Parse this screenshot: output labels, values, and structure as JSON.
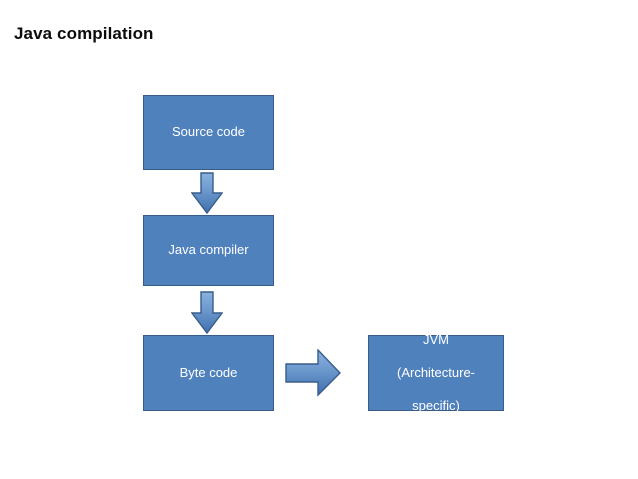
{
  "slide": {
    "title": "Java compilation",
    "background_color": "#ffffff",
    "title_color": "#0d0d0d"
  },
  "theme": {
    "shape_fill": "#4f81bd",
    "shape_border": "#385d8a",
    "shape_text_color": "#ffffff",
    "arrow_fill_light": "#7ba7d7",
    "arrow_fill_dark": "#3f6fab",
    "arrow_border": "#385d8a"
  },
  "diagram": {
    "type": "flowchart",
    "nodes": [
      {
        "id": "source",
        "label": "Source code",
        "lines": [
          "Source code"
        ]
      },
      {
        "id": "compiler",
        "label": "Java compiler",
        "lines": [
          "Java compiler"
        ]
      },
      {
        "id": "bytecode",
        "label": "Byte code",
        "lines": [
          "Byte code"
        ]
      },
      {
        "id": "jvm",
        "label": "JVM (Architecture-specific)",
        "lines": [
          "JVM",
          "(Architecture-",
          "specific)"
        ]
      }
    ],
    "edges": [
      {
        "from": "source",
        "to": "compiler",
        "direction": "down",
        "label": ""
      },
      {
        "from": "compiler",
        "to": "bytecode",
        "direction": "down",
        "label": ""
      },
      {
        "from": "bytecode",
        "to": "jvm",
        "direction": "right",
        "label": ""
      }
    ]
  }
}
